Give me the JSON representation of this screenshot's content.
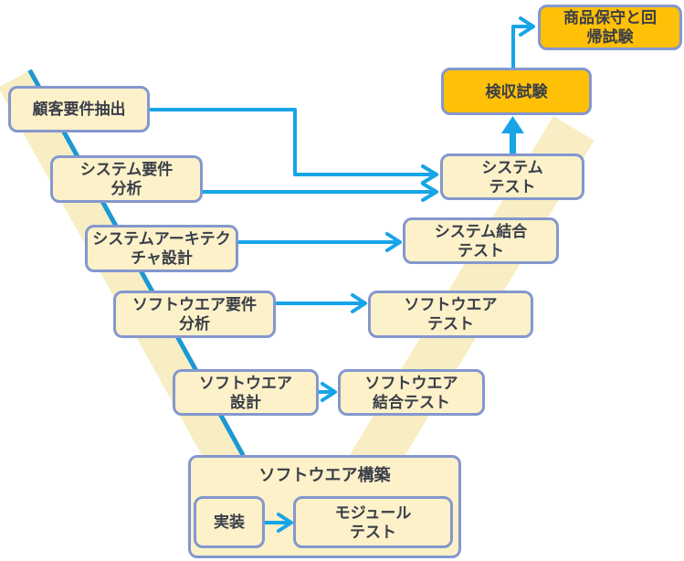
{
  "diagram_type": "v-model-process",
  "colors": {
    "box_fill": "#FCF1C9",
    "box_border": "#8497CE",
    "highlight_fill": "#FFC008",
    "band_fill": "#F8EDC3",
    "band_edge": "#1B98D4",
    "arrow_color": "#17A4E8",
    "text_color": "#3A3E48"
  },
  "nodes": {
    "customer_req": {
      "label": "顧客要件抽出"
    },
    "system_req_analysis": {
      "label": "システム要件\n分析"
    },
    "system_architecture_design": {
      "label": "システムアーキテク\nチャ設計"
    },
    "software_req_analysis": {
      "label": "ソフトウエア要件\n分析"
    },
    "software_design": {
      "label": "ソフトウエア\n設計"
    },
    "software_build": {
      "label": "ソフトウエア構築"
    },
    "implementation": {
      "label": "実装"
    },
    "module_test": {
      "label": "モジュール\nテスト"
    },
    "software_integration_test": {
      "label": "ソフトウエア\n結合テスト"
    },
    "software_test": {
      "label": "ソフトウエア\nテスト"
    },
    "system_integration_test": {
      "label": "システム結合\nテスト"
    },
    "system_test": {
      "label": "システム\nテスト"
    },
    "acceptance_test": {
      "label": "検収試験"
    },
    "maintenance_regression": {
      "label": "商品保守と回\n帰試験"
    }
  },
  "edges": [
    {
      "from": "customer_req",
      "to": "system_test",
      "style": "elbow"
    },
    {
      "from": "system_req_analysis",
      "to": "system_test",
      "style": "straight"
    },
    {
      "from": "system_architecture_design",
      "to": "system_integration_test",
      "style": "straight"
    },
    {
      "from": "software_req_analysis",
      "to": "software_test",
      "style": "straight"
    },
    {
      "from": "software_design",
      "to": "software_integration_test",
      "style": "straight"
    },
    {
      "from": "implementation",
      "to": "module_test",
      "style": "straight"
    },
    {
      "from": "system_test",
      "to": "acceptance_test",
      "style": "block-up"
    },
    {
      "from": "acceptance_test",
      "to": "maintenance_regression",
      "style": "elbow-up"
    }
  ]
}
